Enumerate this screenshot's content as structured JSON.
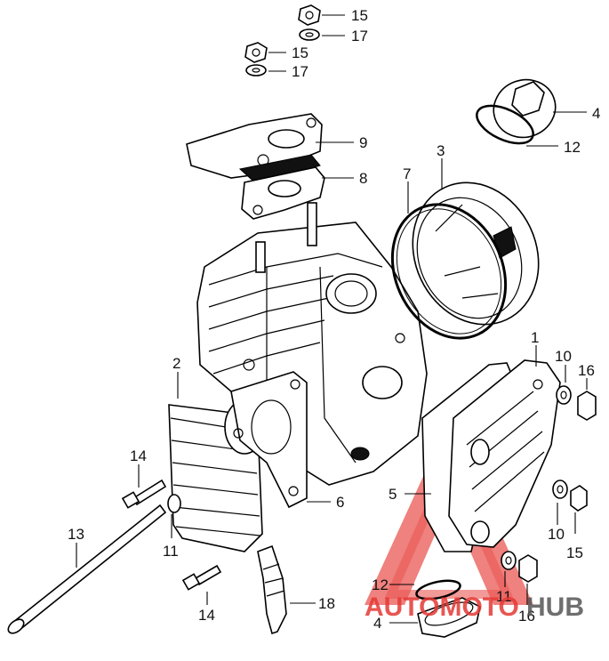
{
  "diagram": {
    "callouts": [
      "15",
      "17",
      "15",
      "17",
      "4",
      "12",
      "9",
      "8",
      "3",
      "7",
      "1",
      "10",
      "16",
      "2",
      "14",
      "5",
      "6",
      "10",
      "15",
      "13",
      "11",
      "12",
      "11",
      "16",
      "14",
      "18",
      "4"
    ]
  },
  "watermark": {
    "text_left": "AUTOMOTO",
    "text_right": "HUB",
    "accent_color": "#e53935",
    "dark_color": "#555555"
  },
  "colors": {
    "line": "#000000",
    "background": "#ffffff"
  }
}
